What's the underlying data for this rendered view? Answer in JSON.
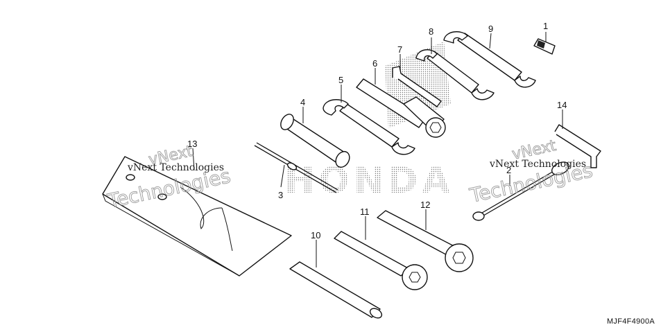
{
  "callouts": [
    {
      "num": "1",
      "part": "clip"
    },
    {
      "num": "2",
      "part": "helmet-holder-cable"
    },
    {
      "num": "3",
      "part": "screwdriver"
    },
    {
      "num": "4",
      "part": "handle"
    },
    {
      "num": "5",
      "part": "open-end-wrench"
    },
    {
      "num": "6",
      "part": "socket-wrench"
    },
    {
      "num": "7",
      "part": "hex-wrench"
    },
    {
      "num": "8",
      "part": "open-end-wrench"
    },
    {
      "num": "9",
      "part": "open-end-wrench"
    },
    {
      "num": "10",
      "part": "grip"
    },
    {
      "num": "11",
      "part": "box-wrench"
    },
    {
      "num": "12",
      "part": "box-wrench"
    },
    {
      "num": "13",
      "part": "tool-bag"
    },
    {
      "num": "14",
      "part": "hex-wrench"
    }
  ],
  "watermark": {
    "brand": "vNext",
    "line1": "vNext Technologies",
    "big_word": "Technologies"
  },
  "logo_text": "HONDA",
  "diagram_code": "MJF4F4900A",
  "colors": {
    "ink": "#111111",
    "watermark": "#9a9a9a"
  }
}
